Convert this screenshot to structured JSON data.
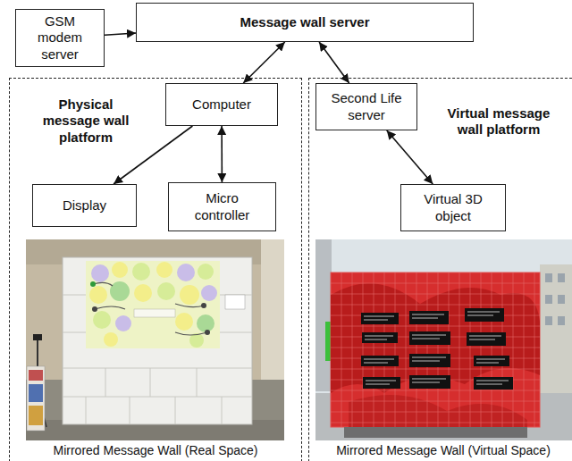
{
  "diagram": {
    "nodes": [
      {
        "text": [
          "GSM modem server"
        ]
      },
      {
        "text": [
          "Message wall server"
        ]
      },
      {
        "text": [
          "Physical message wall platform"
        ]
      },
      {
        "text": [
          "Computer"
        ],
        "in": 2
      },
      {
        "text": [
          "Display"
        ],
        "in": 2
      },
      {
        "text": [
          "Micro controller"
        ],
        "in": 2
      },
      {
        "text": [
          "Virtual message wall platform"
        ]
      },
      {
        "text": [
          "Second Life server"
        ],
        "in": 6
      },
      {
        "text": [
          "Virtual 3D object"
        ],
        "in": 6
      }
    ],
    "edges": [
      {
        "from": 0,
        "to": 1,
        "arrow": "to"
      },
      {
        "from": 1,
        "to": 3,
        "arrow": "both"
      },
      {
        "from": 1,
        "to": 7,
        "arrow": "both"
      },
      {
        "from": 3,
        "to": 4,
        "arrow": "to"
      },
      {
        "from": 3,
        "to": 5,
        "arrow": "both"
      },
      {
        "from": 7,
        "to": 8,
        "arrow": "both"
      }
    ],
    "labels": [
      "Mirrored Message Wall (Real Space)",
      "Mirrored Message Wall (Virtual Space)"
    ]
  }
}
